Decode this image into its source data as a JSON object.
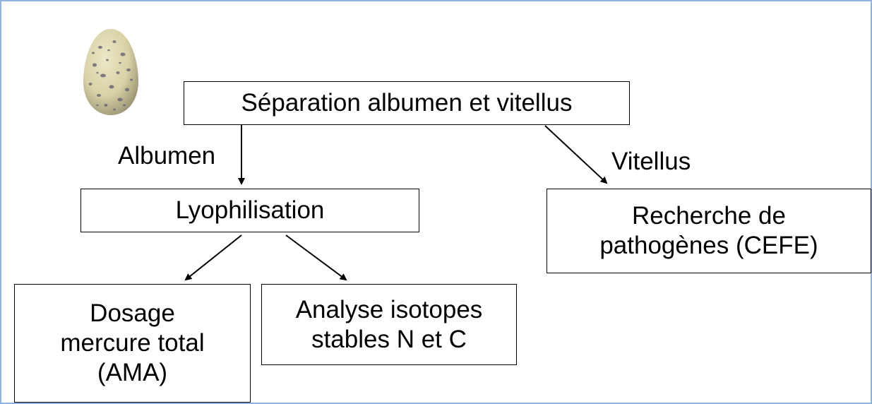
{
  "diagram": {
    "root": "Séparation albumen et vitellus",
    "branch_albumen_label": "Albumen",
    "branch_vitellus_label": "Vitellus",
    "lyophilisation": "Lyophilisation",
    "pathogenes_lines": [
      "Recherche de",
      "pathogènes (CEFE)"
    ],
    "dosage_lines": [
      "Dosage",
      "mercure total",
      "(AMA)"
    ],
    "isotopes_lines": [
      "Analyse isotopes",
      "stables N et C"
    ]
  },
  "colors": {
    "frame_border": "#8fb4e3",
    "egg_base": "#d8d2a6",
    "egg_speckle": "#6c6a78"
  },
  "icons": {
    "egg": "speckled-egg-icon"
  }
}
